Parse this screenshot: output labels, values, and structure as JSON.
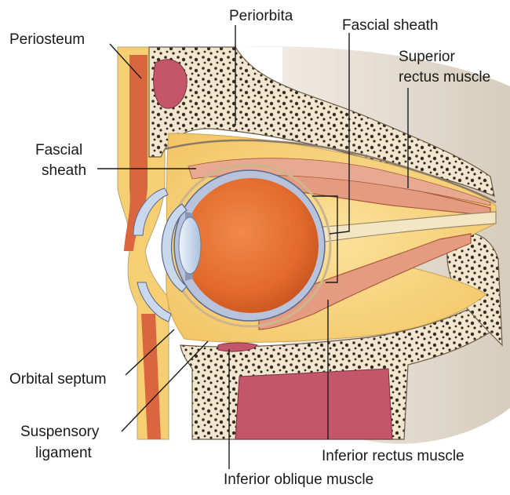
{
  "labels": {
    "periosteum": "Periosteum",
    "periorbita": "Periorbita",
    "fascial_sheath_top": "Fascial sheath",
    "superior_rectus_line1": "Superior",
    "superior_rectus_line2": "rectus muscle",
    "fascial_sheath_left_line1": "Fascial",
    "fascial_sheath_left_line2": "sheath",
    "orbital_septum": "Orbital septum",
    "suspensory_line1": "Suspensory",
    "suspensory_line2": "ligament",
    "inferior_rectus": "Inferior rectus muscle",
    "inferior_oblique": "Inferior oblique muscle"
  },
  "colors": {
    "bone": "#efe7cf",
    "bone_pores": "#3a2a1e",
    "orbital_fat": "#f7cf73",
    "muscle": "#e49b7f",
    "eyeball": "#e8743a",
    "sclera_ring": "#b7c3dc",
    "sinus": "#c4566a",
    "periosteum_strip": "#d9663f",
    "cornea_lens": "#c9d8ec"
  }
}
